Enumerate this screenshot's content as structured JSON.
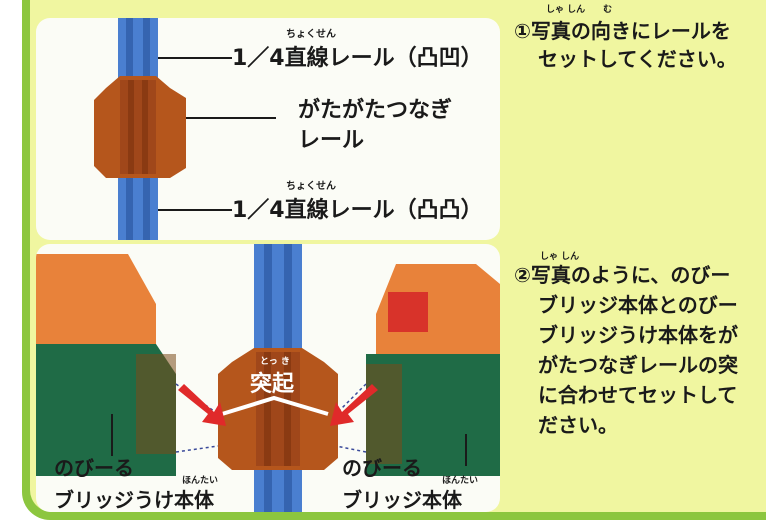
{
  "photo1": {
    "label_top": "1／4直線レール（凸凹）",
    "label_top_ruby": "ちょくせん",
    "label_mid_1": "がたがたつなぎ",
    "label_mid_2": "レール",
    "label_bottom": "1／4直線レール（凸凸）",
    "label_bottom_ruby": "ちょくせん"
  },
  "photo2": {
    "bump_label": "突起",
    "bump_ruby": "とっ き",
    "left_label_1": "のびーる",
    "left_label_2": "ブリッジうけ本体",
    "left_ruby": "ほんたい",
    "right_label_1": "のびーる",
    "right_label_2": "ブリッジ本体",
    "right_ruby": "ほんたい"
  },
  "steps": {
    "step1_line1": "①写真の向きにレールを",
    "step1_line2": "セットしてください。",
    "step1_ruby": "しゃ しん　　む",
    "step2_line1": "②写真のように、のびー",
    "step2_line2": "ブリッジ本体とのびー",
    "step2_line3": "ブリッジうけ本体をが",
    "step2_line4": "がたつなぎレールの突",
    "step2_line5": "に合わせてセットして",
    "step2_line6": "ださい。",
    "step2_ruby": "しゃ しん"
  },
  "colors": {
    "frame_green": "#8cc63f",
    "panel_yellow": "#f0f6a0",
    "rail_blue": "#4a7fd0",
    "connector_brown": "#b5561c",
    "bridge_orange": "#e8823a",
    "bridge_green": "#1f6b46",
    "arrow_red": "#e02a2a"
  }
}
